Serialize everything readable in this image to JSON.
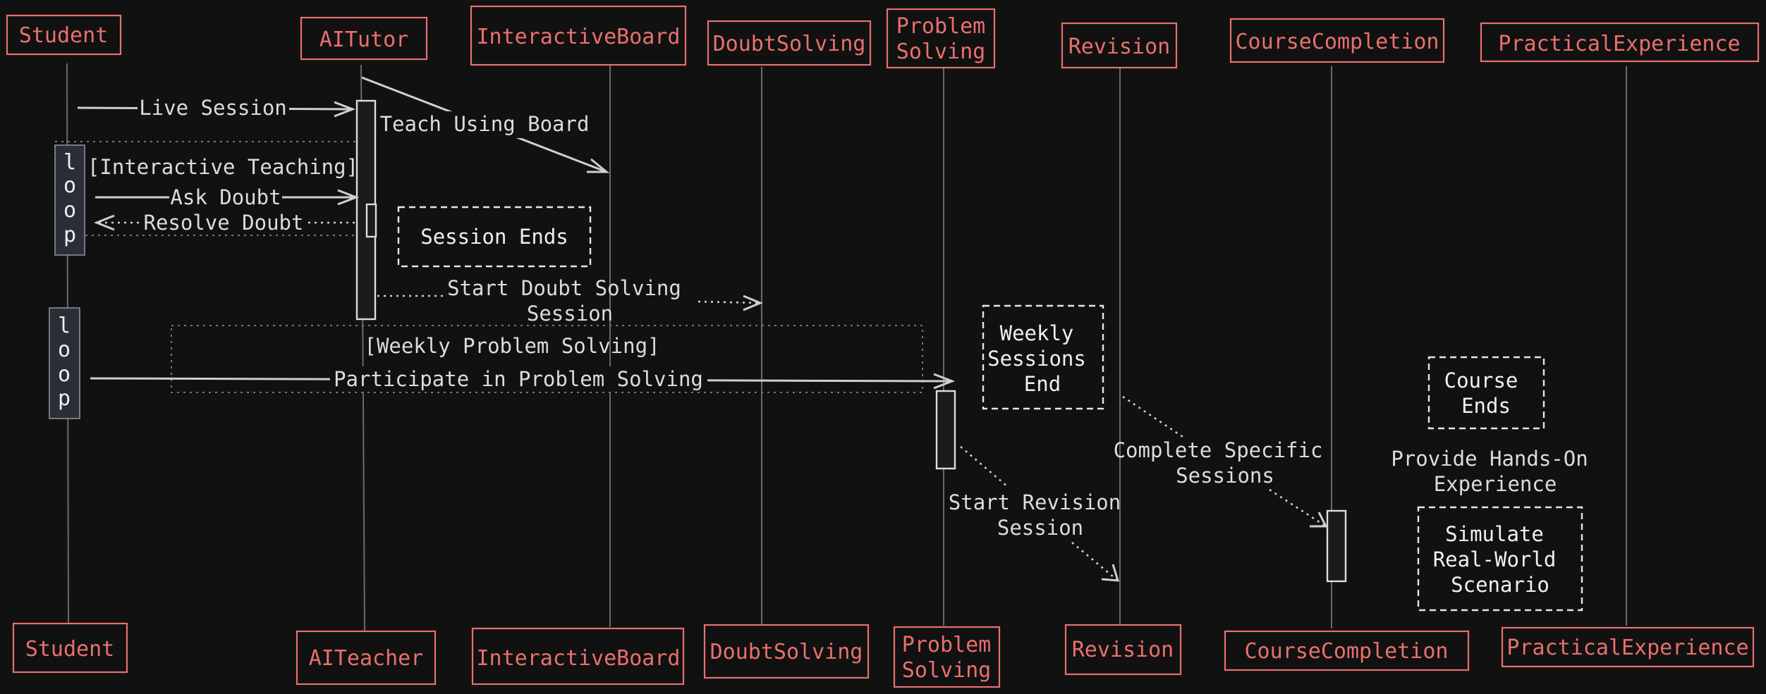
{
  "actors_top": {
    "student": "Student",
    "aitutor": "AITutor",
    "board": "InteractiveBoard",
    "doubt": "DoubtSolving",
    "problem_1": "Problem",
    "problem_2": "Solving",
    "revision": "Revision",
    "course": "CourseCompletion",
    "practical": "PracticalExperience"
  },
  "actors_bottom": {
    "student": "Student",
    "aiteacher": "AITeacher",
    "board": "InteractiveBoard",
    "doubt": "DoubtSolving",
    "problem_1": "Problem",
    "problem_2": "Solving",
    "revision": "Revision",
    "course": "CourseCompletion",
    "practical": "PracticalExperience"
  },
  "messages": {
    "live_session": "Live Session",
    "teach_board": "Teach Using Board",
    "ask_doubt": "Ask Doubt",
    "resolve_doubt": "Resolve Doubt",
    "start_doubt_1": "Start Doubt Solving",
    "start_doubt_2": "Session",
    "participate": "Participate in Problem Solving",
    "start_revision_1": "Start Revision",
    "start_revision_2": "Session",
    "complete_specific_1": "Complete Specific",
    "complete_specific_2": "Sessions",
    "hands_on_1": "Provide Hands-On",
    "hands_on_2": "Experience"
  },
  "loops": {
    "tag_letters": [
      "l",
      "o",
      "o",
      "p"
    ],
    "interactive_condition": "[Interactive Teaching]",
    "weekly_condition": "[Weekly Problem Solving]"
  },
  "notes": {
    "session_ends": "Session Ends",
    "weekly_1": "Weekly",
    "weekly_2": "Sessions",
    "weekly_3": "End",
    "course_1": "Course",
    "course_2": "Ends",
    "simulate_1": "Simulate",
    "simulate_2": "Real-World",
    "simulate_3": "Scenario"
  },
  "colors": {
    "background": "#111111",
    "actor": "#e8706e",
    "line": "#cfcfcf"
  }
}
